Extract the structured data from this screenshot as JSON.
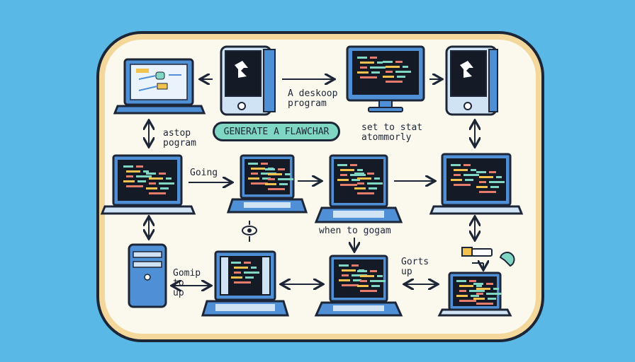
{
  "center_button": "GENERATE A FLAWCHAR",
  "labels": {
    "deskoop": "A deskoop\nprogram",
    "astop": "astop\npogram",
    "set_to": "set to stat\natommorly",
    "going": "Going",
    "when_to": "when to gogam",
    "gomip": "Gomip\nto\nup",
    "gorts": "Gorts\nup"
  },
  "colors": {
    "background": "#5ab8e6",
    "panel": "#fbf8ee",
    "panel_border": "#1d2636",
    "accent_teal": "#7fd6c2",
    "device_blue": "#4f8fd6",
    "screen": "#141a26"
  }
}
